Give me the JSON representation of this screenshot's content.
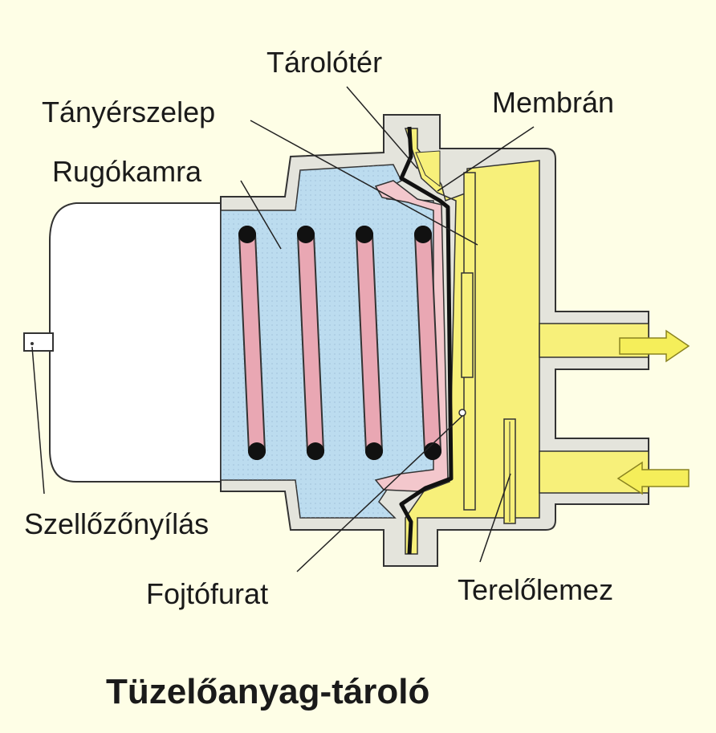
{
  "title": "Tüzelőanyag-tároló",
  "labels": {
    "tarolo_ter": "Tárolótér",
    "membran": "Membrán",
    "tanyerszelep": "Tányérszelep",
    "rugokamra": "Rugókamra",
    "szellozonyilas": "Szellőzőnyílás",
    "fojtofurat": "Fojtófurat",
    "terelolemez": "Terelőlemez"
  },
  "colors": {
    "background": "#fefee6",
    "spring_chamber": "#bcdcef",
    "spring": "#e9a7b3",
    "fuel": "#f7f07a",
    "housing": "#e4e4dc",
    "diaphragm": "#1a1a1a",
    "valve_plate": "#f3c7cc",
    "arrow": "#f5ee5a"
  },
  "icons": {
    "outflow": "arrow-right-icon",
    "inflow": "arrow-left-icon"
  }
}
